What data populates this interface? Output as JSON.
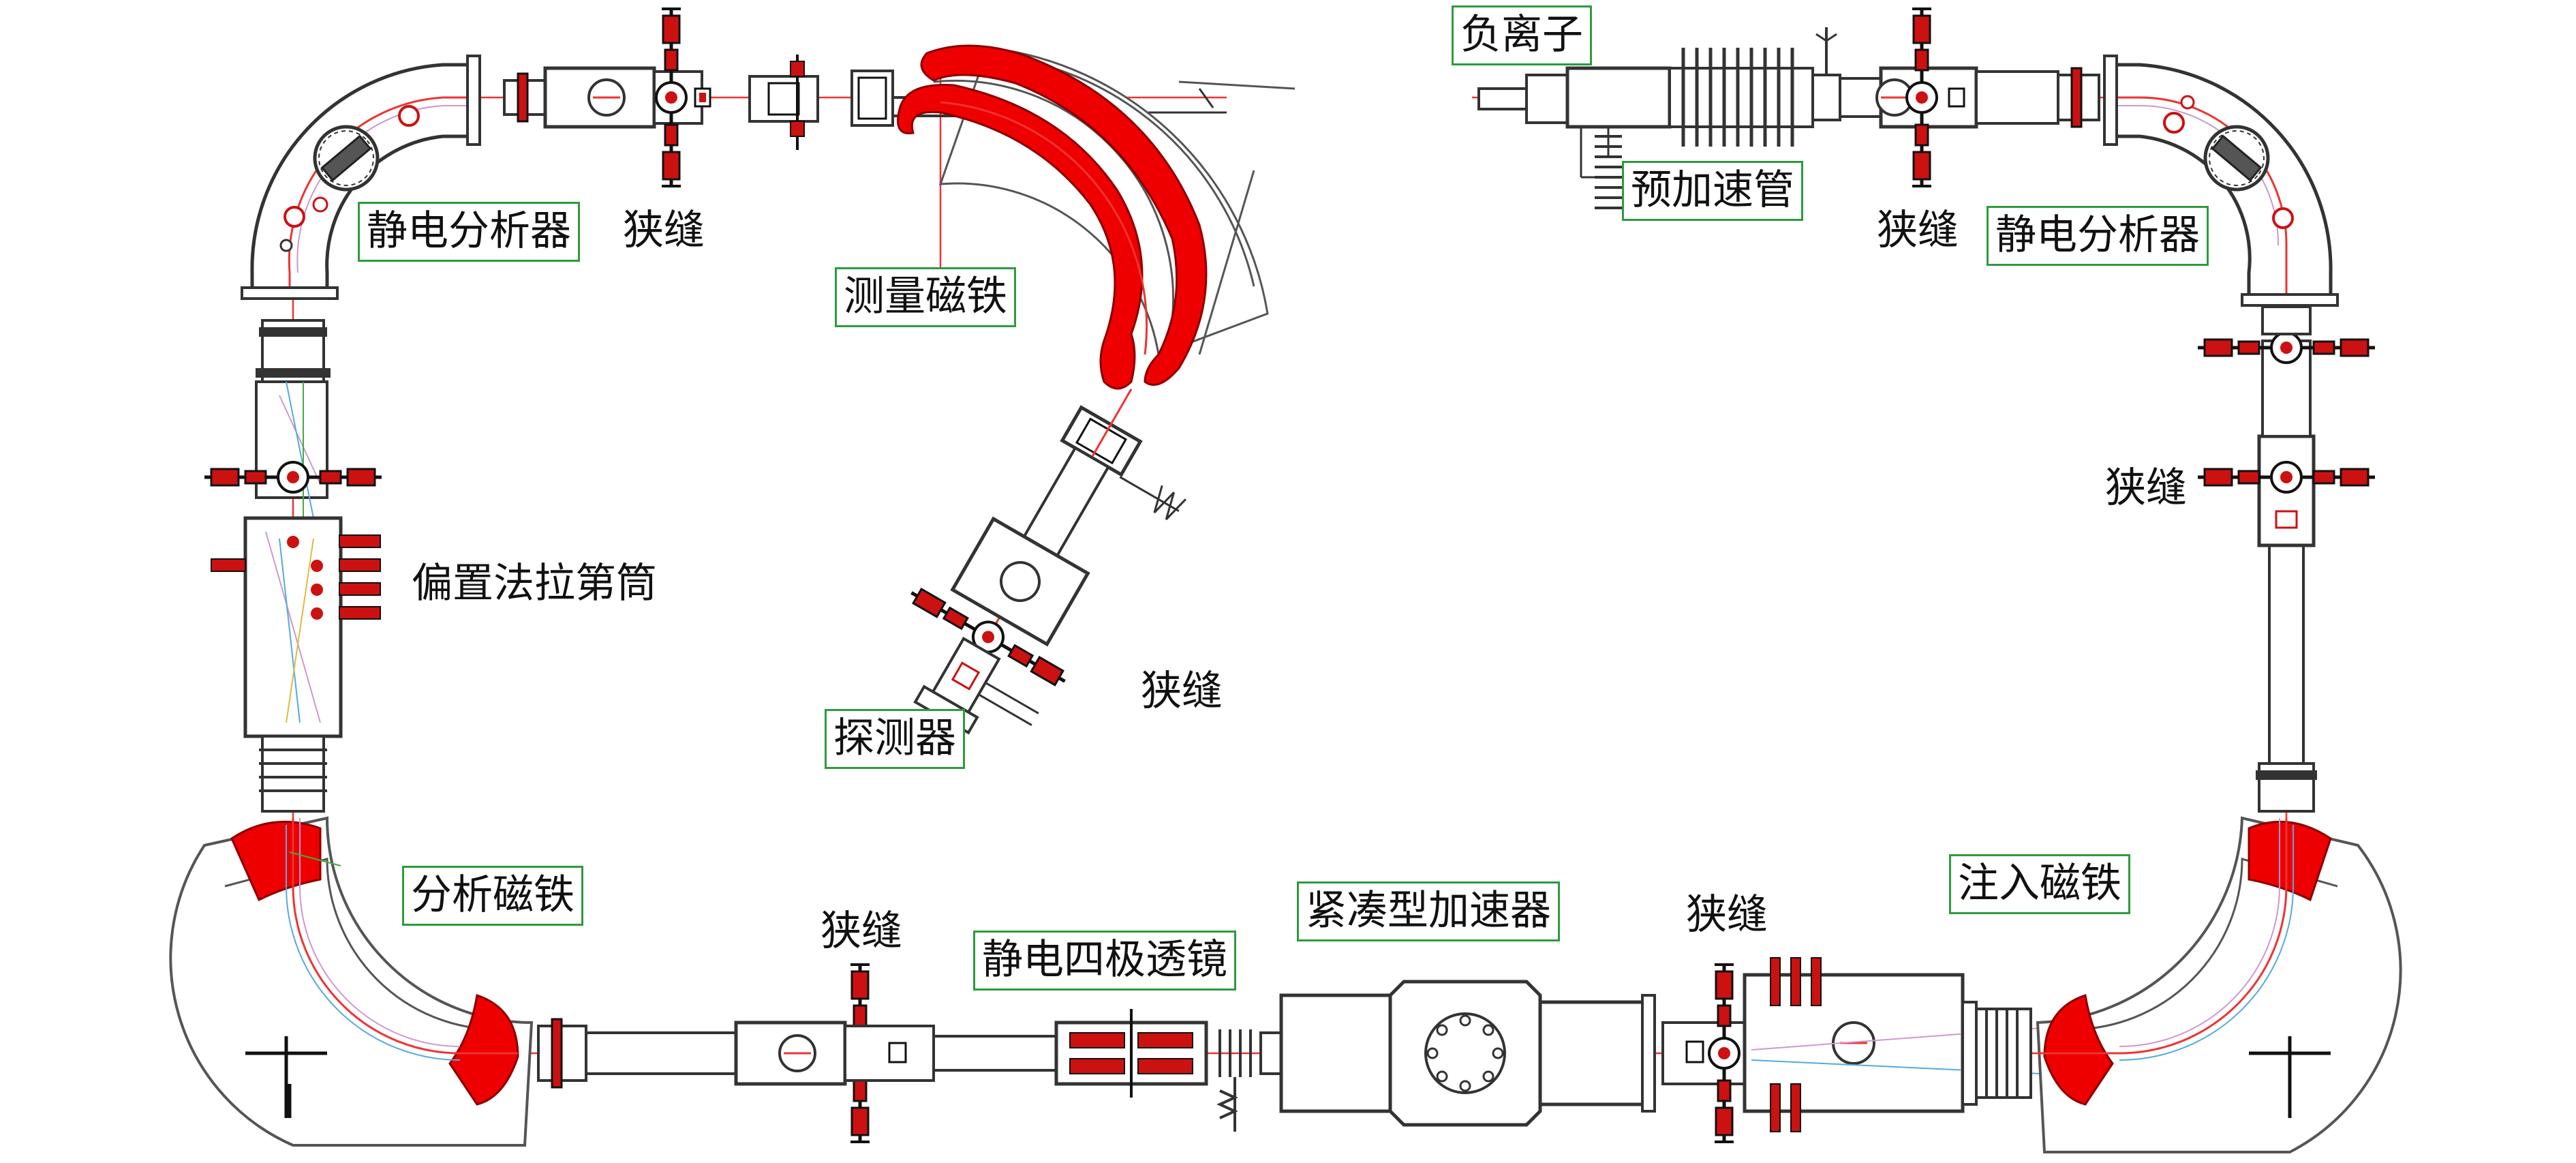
{
  "colors": {
    "beam_line": "#ee3333",
    "construction_line": "#cc99cc",
    "magnet_coil": "#ee0000",
    "equipment_stroke": "#333333",
    "label_border": "#2e9b3e",
    "label_text": "#111111"
  },
  "labels": {
    "negative_ion_source": "负离子",
    "pre_accelerator_tube": "预加速管",
    "esa_left": "静电分析器",
    "esa_right": "静电分析器",
    "slit_top_left": "狭缝",
    "slit_top_right": "狭缝",
    "slit_right": "狭缝",
    "slit_detector": "狭缝",
    "slit_bottom_left": "狭缝",
    "slit_bottom_right": "狭缝",
    "measuring_magnet": "测量磁铁",
    "biased_faraday_cup": "偏置法拉第筒",
    "detector": "探测器",
    "analyzing_magnet": "分析磁铁",
    "electrostatic_quadrupole_lens": "静电四极透镜",
    "compact_accelerator": "紧凑型加速器",
    "injection_magnet": "注入磁铁"
  },
  "icons": {
    "valve": "valve-cross-icon",
    "bellows": "bellows-icon",
    "magnet": "dipole-magnet-icon"
  }
}
